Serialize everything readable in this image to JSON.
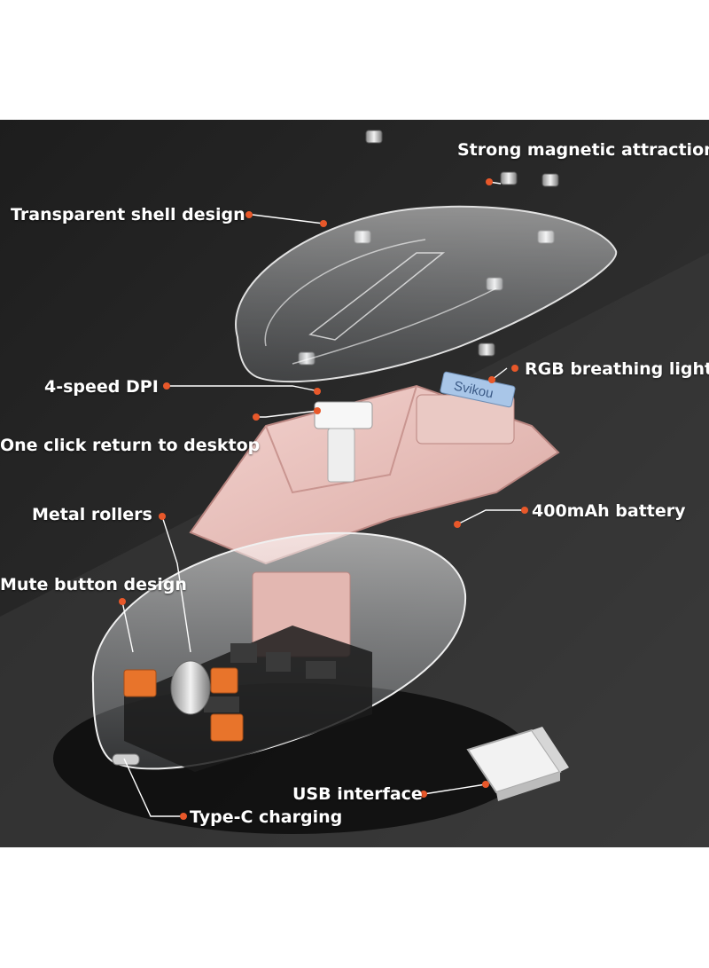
{
  "callouts": {
    "magnetic": "Strong magnetic attraction",
    "shell": "Transparent shell design",
    "rgb": "RGB breathing light",
    "dpi": "4-speed DPI",
    "desktop": "One click return to desktop",
    "battery": "400mAh battery",
    "rollers": "Metal rollers",
    "mute": "Mute button design",
    "usb": "USB interface",
    "typec": "Type-C charging"
  },
  "colors": {
    "accent": "#e8582a",
    "background_dark": "#202020",
    "frame_pink": "#e9c2bd"
  },
  "brand_tag": "Svikou"
}
